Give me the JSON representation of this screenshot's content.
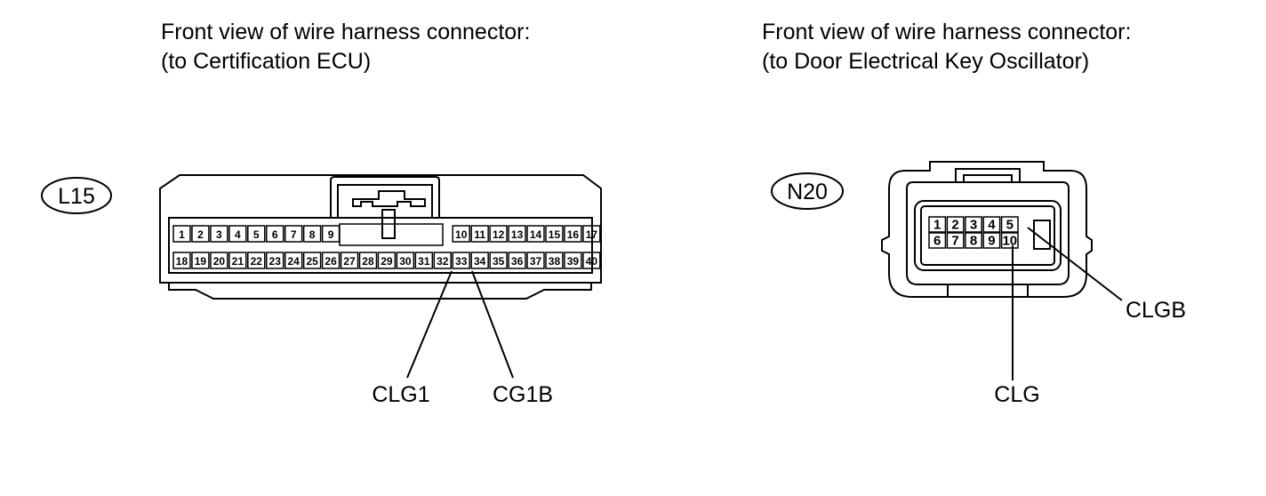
{
  "left_connector": {
    "title_line1": "Front view of wire harness connector:",
    "title_line2": "(to Certification ECU)",
    "code": "L15",
    "pins_row1_a": [
      "1",
      "2",
      "3",
      "4",
      "5",
      "6",
      "7",
      "8",
      "9"
    ],
    "pins_row1_b": [
      "10",
      "11",
      "12",
      "13",
      "14",
      "15",
      "16",
      "17"
    ],
    "pins_row2": [
      "18",
      "19",
      "20",
      "21",
      "22",
      "23",
      "24",
      "25",
      "26",
      "27",
      "28",
      "29",
      "30",
      "31",
      "32",
      "33",
      "34",
      "35",
      "36",
      "37",
      "38",
      "39",
      "40"
    ],
    "callouts": [
      {
        "label": "CLG1",
        "pin": "33"
      },
      {
        "label": "CG1B",
        "pin": "34"
      }
    ]
  },
  "right_connector": {
    "title_line1": "Front view of wire harness connector:",
    "title_line2": "(to Door Electrical Key Oscillator)",
    "code": "N20",
    "pins_row1": [
      "1",
      "2",
      "3",
      "4",
      "5"
    ],
    "pins_row2": [
      "6",
      "7",
      "8",
      "9",
      "10"
    ],
    "callouts": [
      {
        "label": "CLGB",
        "pin": "5"
      },
      {
        "label": "CLG",
        "pin": "10"
      }
    ]
  }
}
